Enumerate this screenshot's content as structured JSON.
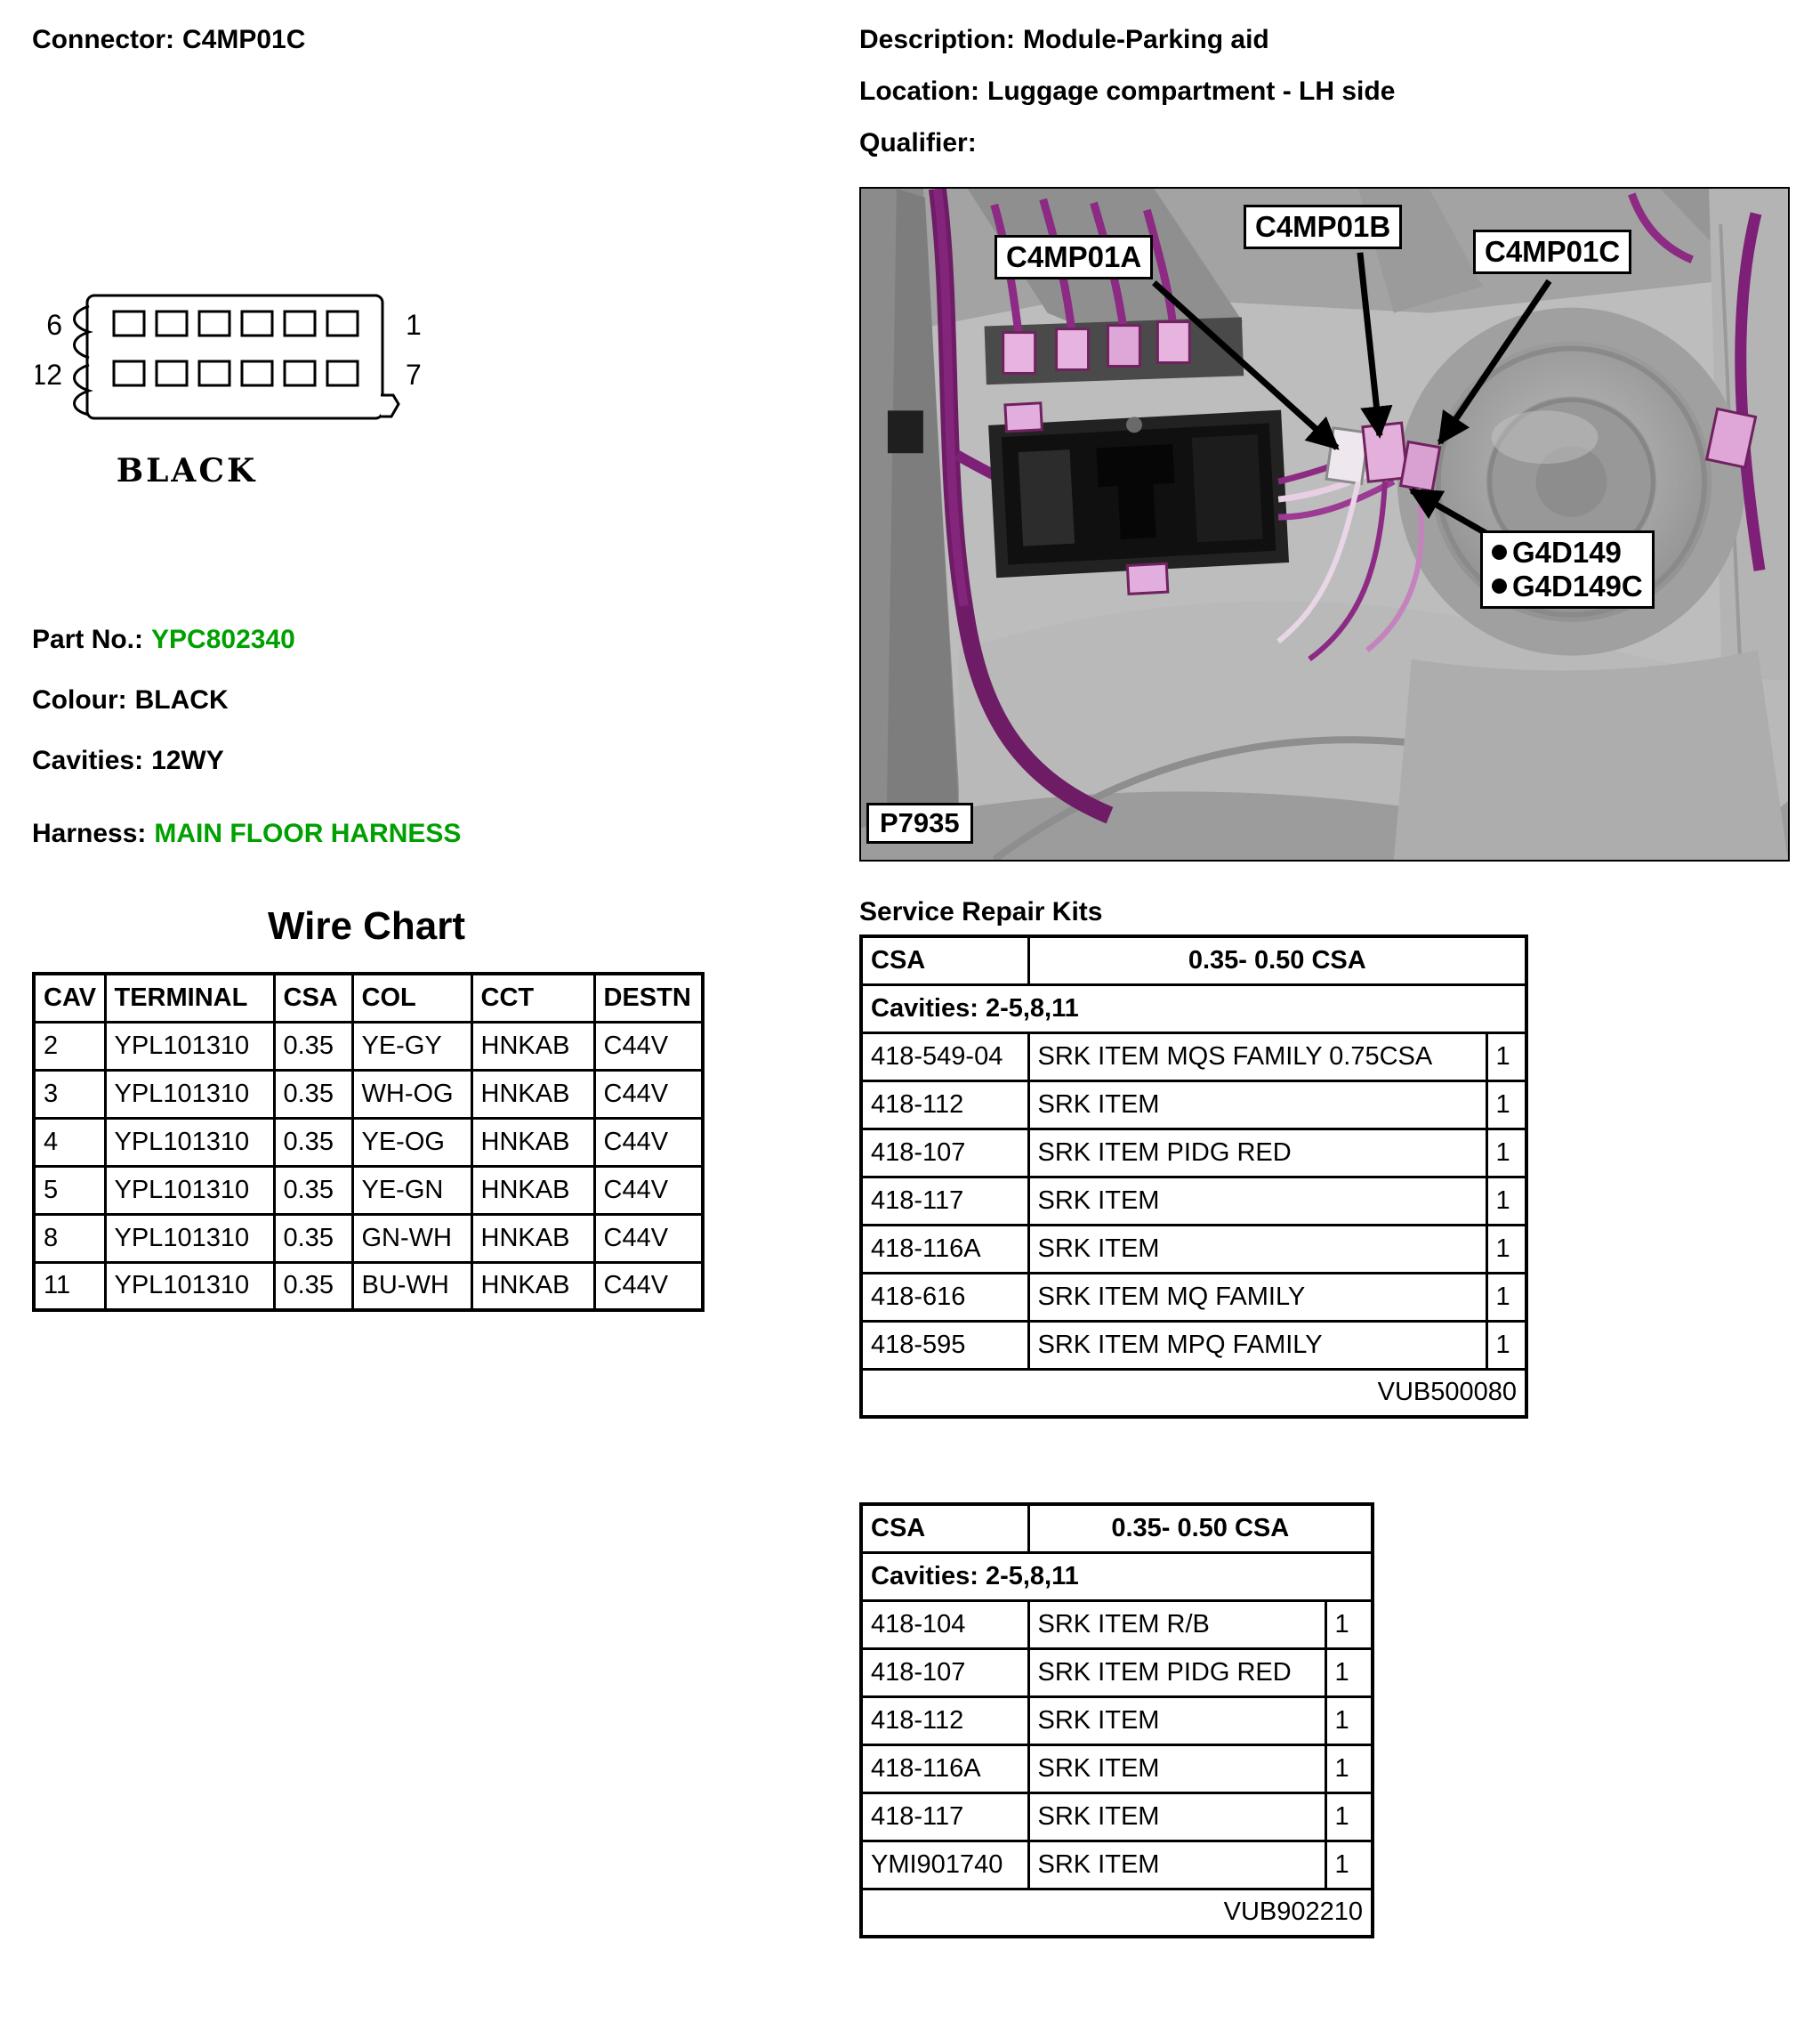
{
  "colors": {
    "accent_green": "#00a000",
    "harness_purple": "#7e2077",
    "connector_pink": "#e3b0dc"
  },
  "left": {
    "connector_label": "Connector:",
    "connector_value": "C4MP01C",
    "pinout": {
      "pin_top_left": "6",
      "pin_top_right": "1",
      "pin_bottom_left": "12",
      "pin_bottom_right": "7",
      "color_name": "BLACK"
    },
    "part_no_label": "Part No.:",
    "part_no_value": "YPC802340",
    "colour_label": "Colour:",
    "colour_value": "BLACK",
    "cavities_label": "Cavities:",
    "cavities_value": "12WY",
    "harness_label": "Harness:",
    "harness_value": "MAIN FLOOR HARNESS"
  },
  "right": {
    "description_label": "Description:",
    "description_value": "Module-Parking aid",
    "location_label": "Location:",
    "location_value": "Luggage compartment - LH side",
    "qualifier_label": "Qualifier:",
    "photo": {
      "label_a": "C4MP01A",
      "label_b": "C4MP01B",
      "label_c": "C4MP01C",
      "ground_1": "G4D149",
      "ground_2": "G4D149C",
      "ref": "P7935"
    }
  },
  "wire_chart": {
    "title": "Wire Chart",
    "columns": [
      "CAV",
      "TERMINAL",
      "CSA",
      "COL",
      "CCT",
      "DESTN"
    ],
    "rows": [
      [
        "2",
        "YPL101310",
        "0.35",
        "YE-GY",
        "HNKAB",
        "C44V"
      ],
      [
        "3",
        "YPL101310",
        "0.35",
        "WH-OG",
        "HNKAB",
        "C44V"
      ],
      [
        "4",
        "YPL101310",
        "0.35",
        "YE-OG",
        "HNKAB",
        "C44V"
      ],
      [
        "5",
        "YPL101310",
        "0.35",
        "YE-GN",
        "HNKAB",
        "C44V"
      ],
      [
        "8",
        "YPL101310",
        "0.35",
        "GN-WH",
        "HNKAB",
        "C44V"
      ],
      [
        "11",
        "YPL101310",
        "0.35",
        "BU-WH",
        "HNKAB",
        "C44V"
      ]
    ]
  },
  "srk": {
    "title": "Service Repair Kits",
    "table1": {
      "csa_label": "CSA",
      "csa_range": "0.35- 0.50 CSA",
      "cavities": "Cavities: 2-5,8,11",
      "rows": [
        [
          "418-549-04",
          "SRK ITEM MQS FAMILY 0.75CSA",
          "1"
        ],
        [
          "418-112",
          "SRK ITEM",
          "1"
        ],
        [
          "418-107",
          "SRK ITEM PIDG RED",
          "1"
        ],
        [
          "418-117",
          "SRK ITEM",
          "1"
        ],
        [
          "418-116A",
          "SRK ITEM",
          "1"
        ],
        [
          "418-616",
          "SRK ITEM MQ FAMILY",
          "1"
        ],
        [
          "418-595",
          "SRK ITEM MPQ FAMILY",
          "1"
        ]
      ],
      "footer": "VUB500080"
    },
    "table2": {
      "csa_label": "CSA",
      "csa_range": "0.35- 0.50 CSA",
      "cavities": "Cavities: 2-5,8,11",
      "rows": [
        [
          "418-104",
          "SRK ITEM R/B",
          "1"
        ],
        [
          "418-107",
          "SRK ITEM PIDG RED",
          "1"
        ],
        [
          "418-112",
          "SRK ITEM",
          "1"
        ],
        [
          "418-116A",
          "SRK ITEM",
          "1"
        ],
        [
          "418-117",
          "SRK ITEM",
          "1"
        ],
        [
          "YMI901740",
          "SRK ITEM",
          "1"
        ]
      ],
      "footer": "VUB902210"
    }
  }
}
